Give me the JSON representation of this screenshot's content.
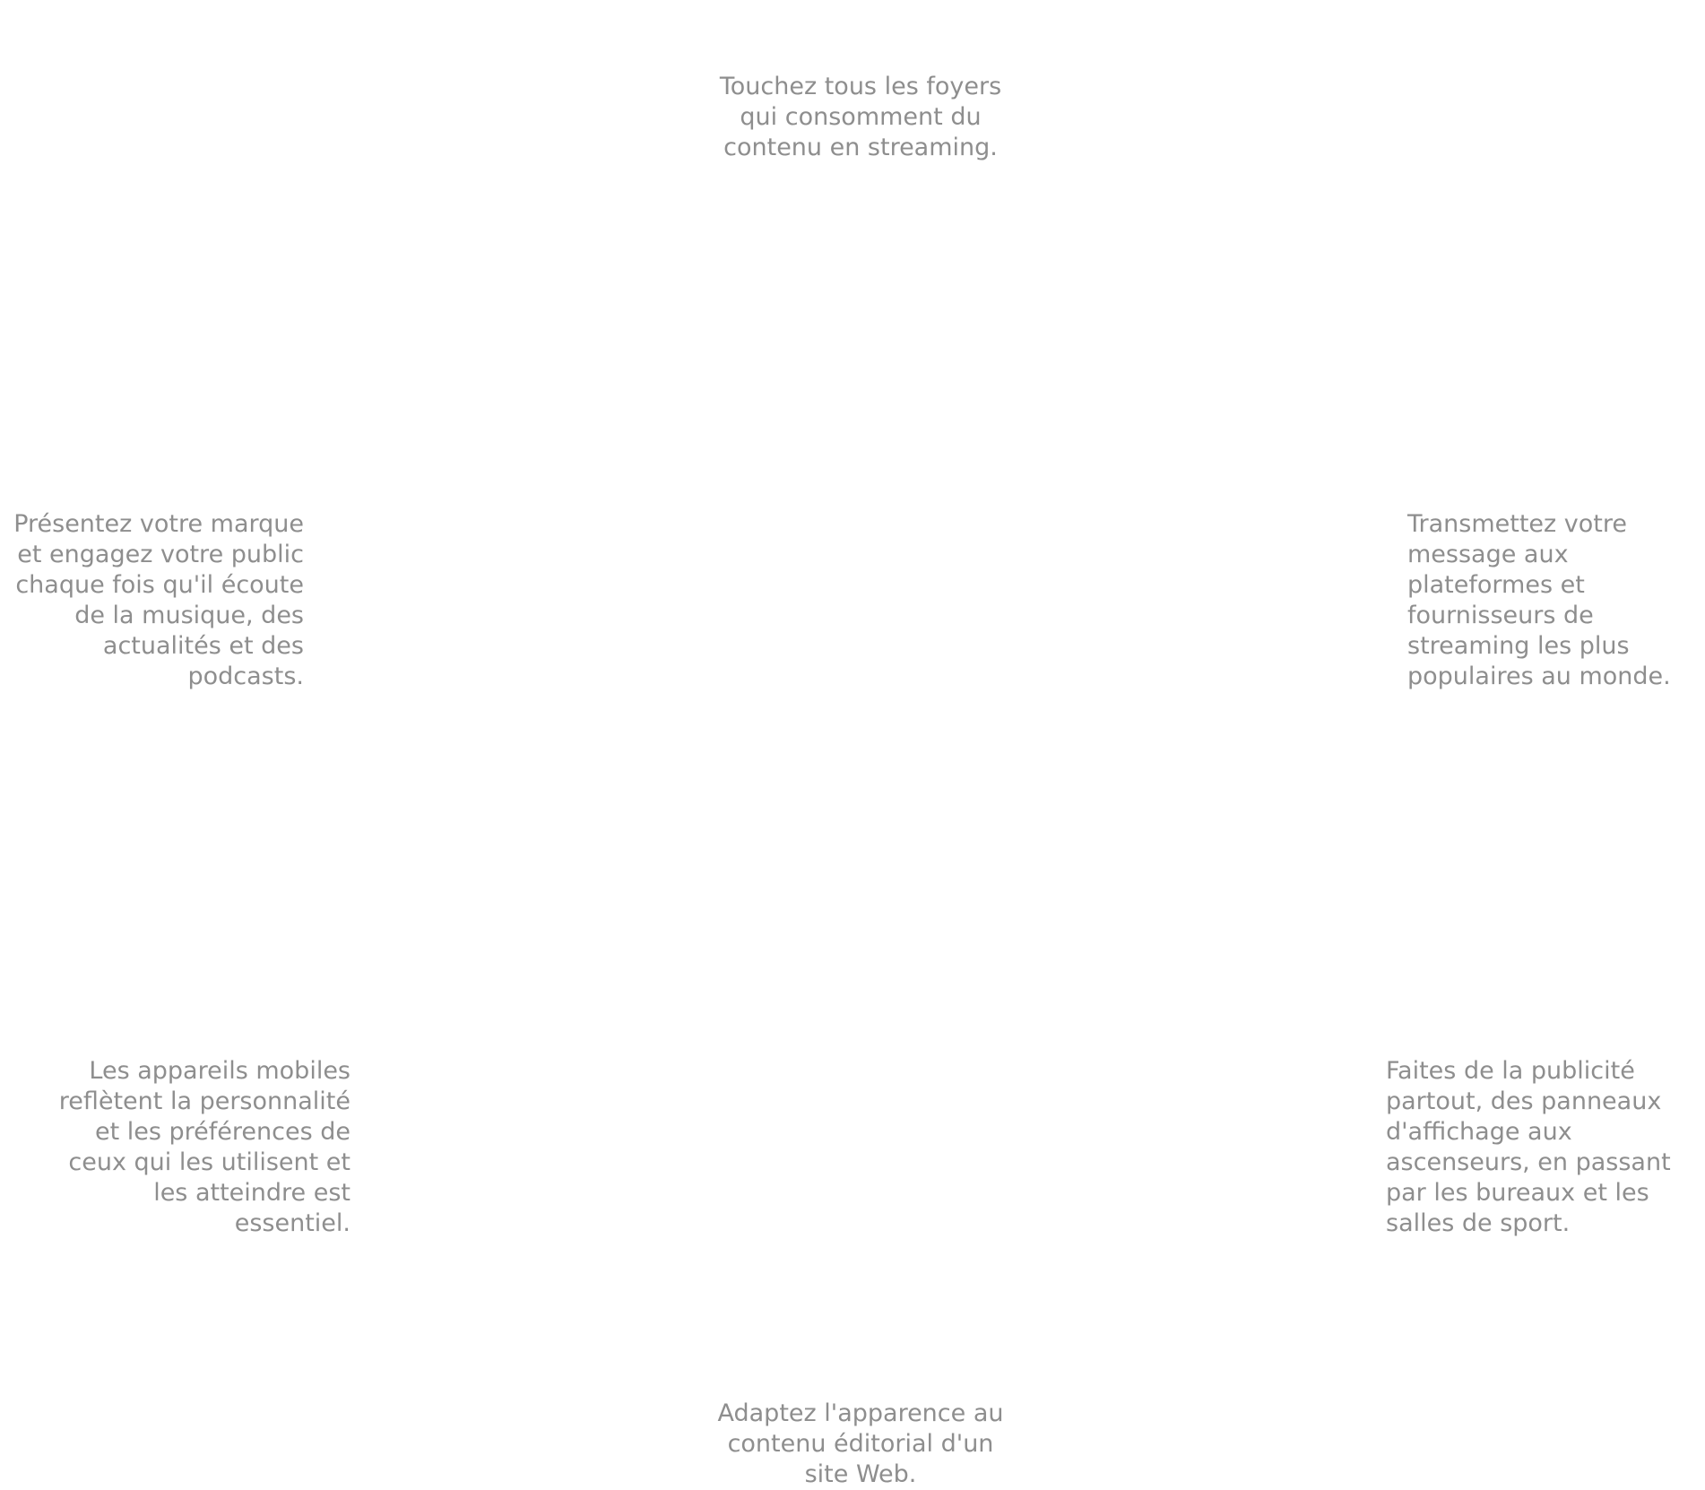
{
  "captions": {
    "top": {
      "lines": [
        "Touchez tous les foyers",
        "qui consomment du",
        "contenu en streaming."
      ]
    },
    "left_upper": {
      "lines": [
        "Présentez votre marque",
        "et engagez votre public",
        "chaque fois qu'il écoute",
        "de la musique, des",
        "actualités et des",
        "podcasts."
      ]
    },
    "right_upper": {
      "lines": [
        "Transmettez votre",
        "message aux",
        "plateformes et",
        "fournisseurs de",
        "streaming les plus",
        "populaires au monde."
      ]
    },
    "left_lower": {
      "lines": [
        "Les appareils mobiles",
        "reflètent la personnalité",
        "et les préférences de",
        "ceux qui les utilisent et",
        "les atteindre est",
        "essentiel."
      ]
    },
    "right_lower": {
      "lines": [
        "Faites de la publicité",
        "partout, des panneaux",
        "d'affichage aux",
        "ascenseurs, en passant",
        "par les bureaux et les",
        "salles de sport."
      ]
    },
    "bottom": {
      "lines": [
        "Adaptez l'apparence au",
        "contenu éditorial d'un",
        "site Web."
      ]
    }
  },
  "colors": {
    "text": "#8e8e8e",
    "background": "#ffffff"
  }
}
